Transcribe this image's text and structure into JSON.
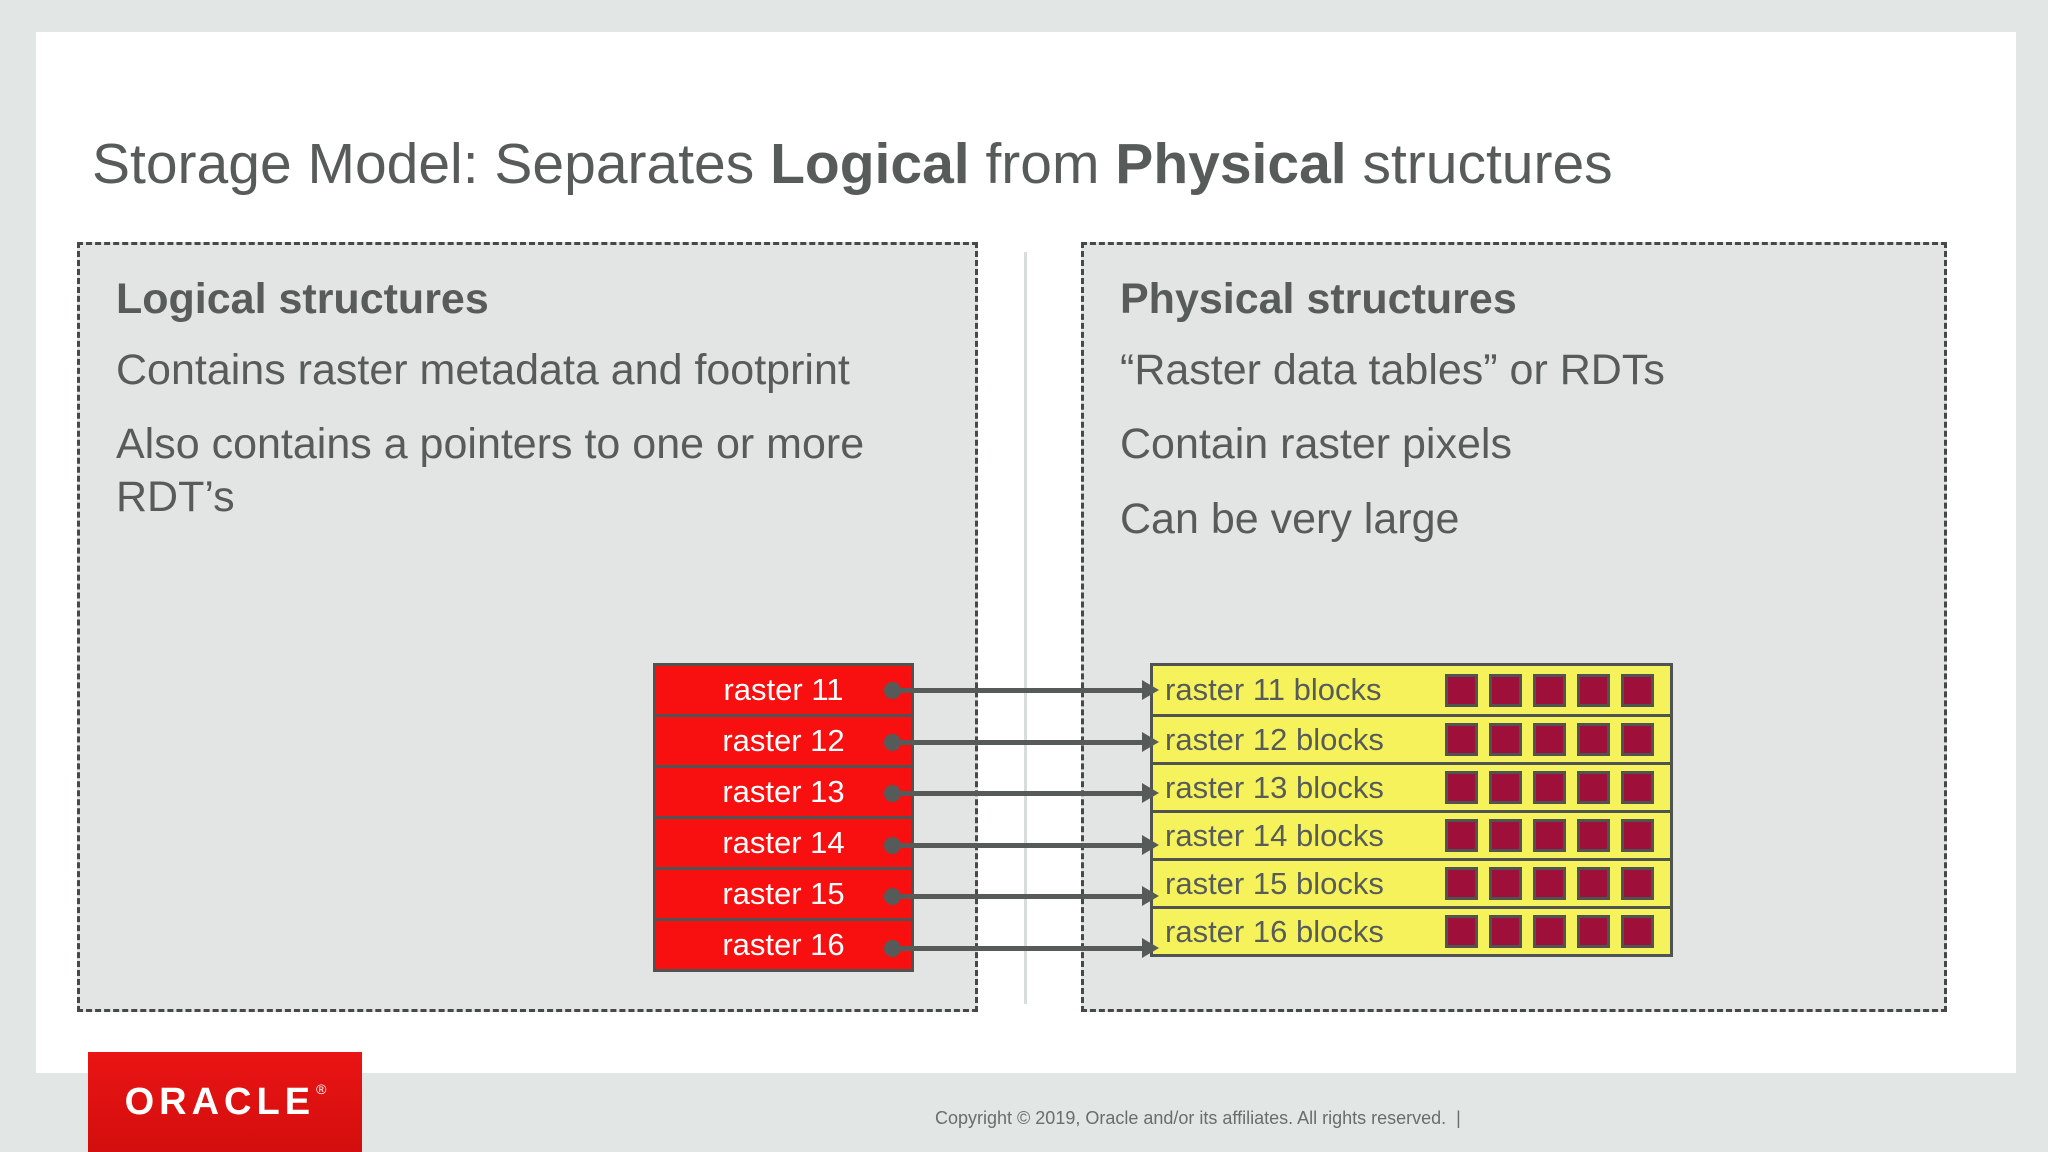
{
  "title": {
    "prefix": "Storage Model: Separates ",
    "bold_word_1": "Logical",
    "connector": " from ",
    "bold_word_2": "Physical",
    "suffix": " structures"
  },
  "panels": {
    "logical": {
      "heading": "Logical structures",
      "paragraphs": [
        "Contains raster metadata and footprint",
        "Also contains a pointers to one or more RDT’s"
      ]
    },
    "physical": {
      "heading": "Physical structures",
      "paragraphs": [
        "“Raster data tables” or RDTs",
        "Contain raster pixels",
        "Can be very large"
      ]
    }
  },
  "diagram": {
    "logical_rows": [
      "raster 11",
      "raster 12",
      "raster 13",
      "raster 14",
      "raster 15",
      "raster 16"
    ],
    "physical_rows": [
      "raster 11 blocks",
      "raster 12 blocks",
      "raster 13 blocks",
      "raster 14 blocks",
      "raster 15 blocks",
      "raster 16 blocks"
    ],
    "blocks_per_row": 5
  },
  "footer": {
    "logo": "ORACLE",
    "logo_registered_mark": "®",
    "copyright": "Copyright © 2019, Oracle and/or its affiliates. All rights reserved.  |"
  },
  "colors": {
    "page_bg": "#e2e6e4",
    "slide_bg": "#ffffff",
    "panel_bg": "#e2e5e3",
    "text": "#575c5b",
    "dashed_border": "#454947",
    "raster_red": "#f80f0f",
    "row_border": "#4f5452",
    "rdt_yellow": "#f5f25c",
    "block_maroon": "#9e1039",
    "arrow": "#565b59",
    "oracle_red": "#e21414",
    "copyright_text": "#696e6d"
  }
}
